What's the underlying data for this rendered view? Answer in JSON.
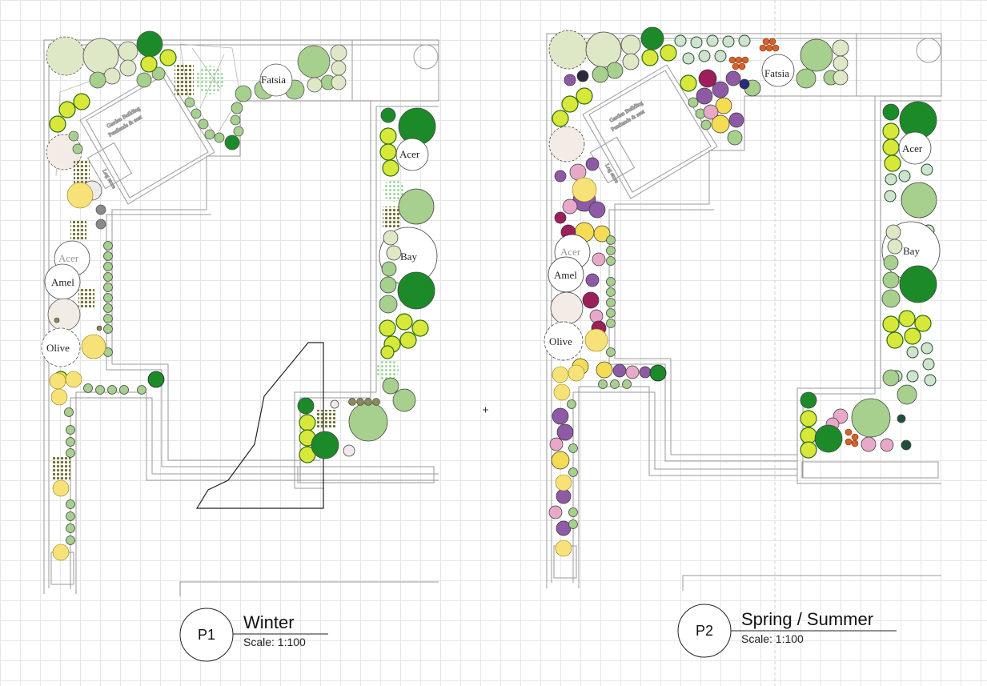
{
  "plans": [
    {
      "id": "P1",
      "title": "Winter",
      "scale": "Scale: 1:100",
      "labels": {
        "fatsia": "Fatsia",
        "acer_right": "Acer",
        "bay": "Bay",
        "acer_left": "Acer",
        "amel": "Amel",
        "olive": "Olive"
      },
      "building_note_1": "Garden Building",
      "building_note_2": "Pentlands & seat",
      "building_note_3": "Log store"
    },
    {
      "id": "P2",
      "title": "Spring / Summer",
      "scale": "Scale: 1:100",
      "labels": {
        "fatsia": "Fatsia",
        "acer_right": "Acer",
        "bay": "Bay",
        "acer_left": "Acer",
        "amel": "Amel",
        "olive": "Olive"
      },
      "building_note_1": "Garden Building",
      "building_note_2": "Pentlands & seat",
      "building_note_3": "Log store"
    }
  ],
  "colors": {
    "grid": "#e6e6e6",
    "outline": "#9a9a9a",
    "pale_green": "#dfe8c6",
    "mid_green": "#a7cf8e",
    "dark_green": "#1d8a2a",
    "yellow_green": "#d7e83a",
    "star_yellow": "#f7e27a",
    "purple": "#8e5aa6",
    "magenta": "#9c1f5c",
    "pink": "#e8a9c8",
    "yellow": "#f4dc55",
    "orange": "#d4622a"
  }
}
